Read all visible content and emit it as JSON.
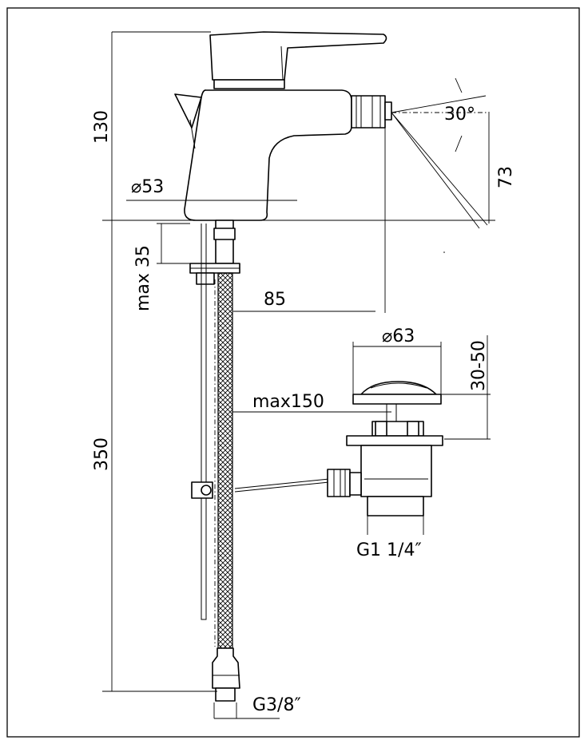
{
  "dimensions": {
    "height_spout": "130",
    "spout_dia": "⌀53",
    "angle": "30°",
    "height_outlet": "73",
    "max_thickness": "max 35",
    "reach": "85",
    "waste_dia": "⌀63",
    "plug_lift": "30-50",
    "max_distance": "max150",
    "hose_length": "350",
    "waste_thread": "G1 1/4″",
    "hose_thread": "G3/8″"
  }
}
